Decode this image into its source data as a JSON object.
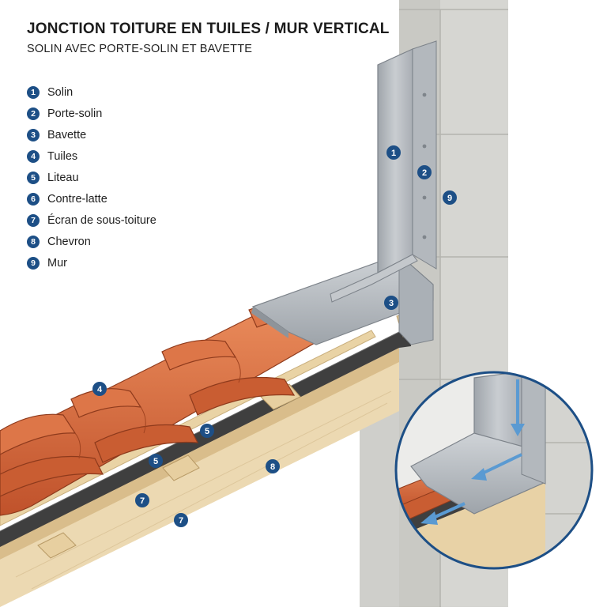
{
  "header": {
    "title": "JONCTION TOITURE EN TUILES / MUR VERTICAL",
    "subtitle": "SOLIN AVEC PORTE-SOLIN ET BAVETTE"
  },
  "legend": [
    {
      "number": "1",
      "label": "Solin"
    },
    {
      "number": "2",
      "label": "Porte-solin"
    },
    {
      "number": "3",
      "label": "Bavette"
    },
    {
      "number": "4",
      "label": "Tuiles"
    },
    {
      "number": "5",
      "label": "Liteau"
    },
    {
      "number": "6",
      "label": "Contre-latte"
    },
    {
      "number": "7",
      "label": "Écran de sous-toiture"
    },
    {
      "number": "8",
      "label": "Chevron"
    },
    {
      "number": "9",
      "label": "Mur"
    }
  ],
  "callouts": [
    {
      "number": "1"
    },
    {
      "number": "2"
    },
    {
      "number": "9"
    },
    {
      "number": "3"
    },
    {
      "number": "4"
    },
    {
      "number": "5"
    },
    {
      "number": "5"
    },
    {
      "number": "8"
    },
    {
      "number": "7"
    },
    {
      "number": "7"
    }
  ],
  "colors": {
    "badge": "#1d4f86",
    "tile": "#d8683a",
    "wood": "#e6cfa2",
    "metal": "#b7bcc2",
    "wall": "#d3d3cf",
    "membrane": "#4a4a4a",
    "arrow": "#5a9ad2"
  }
}
